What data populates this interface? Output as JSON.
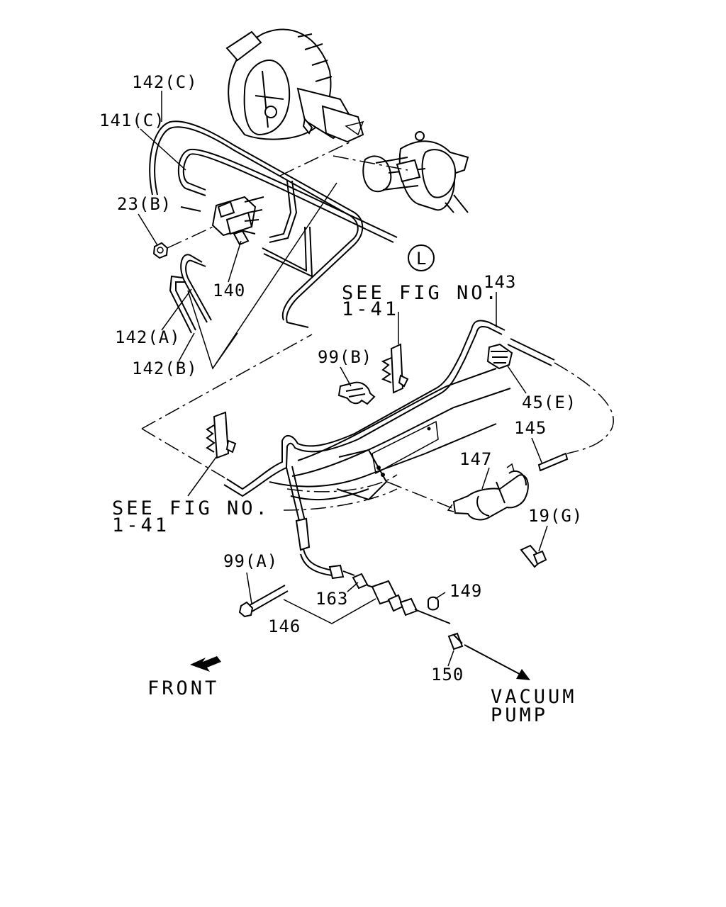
{
  "labels": {
    "l142c": "142(C)",
    "l141c": "141(C)",
    "l23b": "23(B)",
    "l140": "140",
    "l142a": "142(A)",
    "l142b": "142(B)",
    "l99b": "99(B)",
    "l143": "143",
    "l45e": "45(E)",
    "l145": "145",
    "l147": "147",
    "l19g": "19(G)",
    "l99a": "99(A)",
    "l163": "163",
    "l146": "146",
    "l149": "149",
    "l150": "150",
    "circle_l": "L"
  },
  "notes": {
    "see_fig_top_line1": "SEE FIG NO.",
    "see_fig_top_line2": "1-41",
    "see_fig_bottom_line1": "SEE FIG NO.",
    "see_fig_bottom_line2": "1-41",
    "front": "FRONT",
    "vacuum_line1": "VACUUM",
    "vacuum_line2": "PUMP"
  }
}
